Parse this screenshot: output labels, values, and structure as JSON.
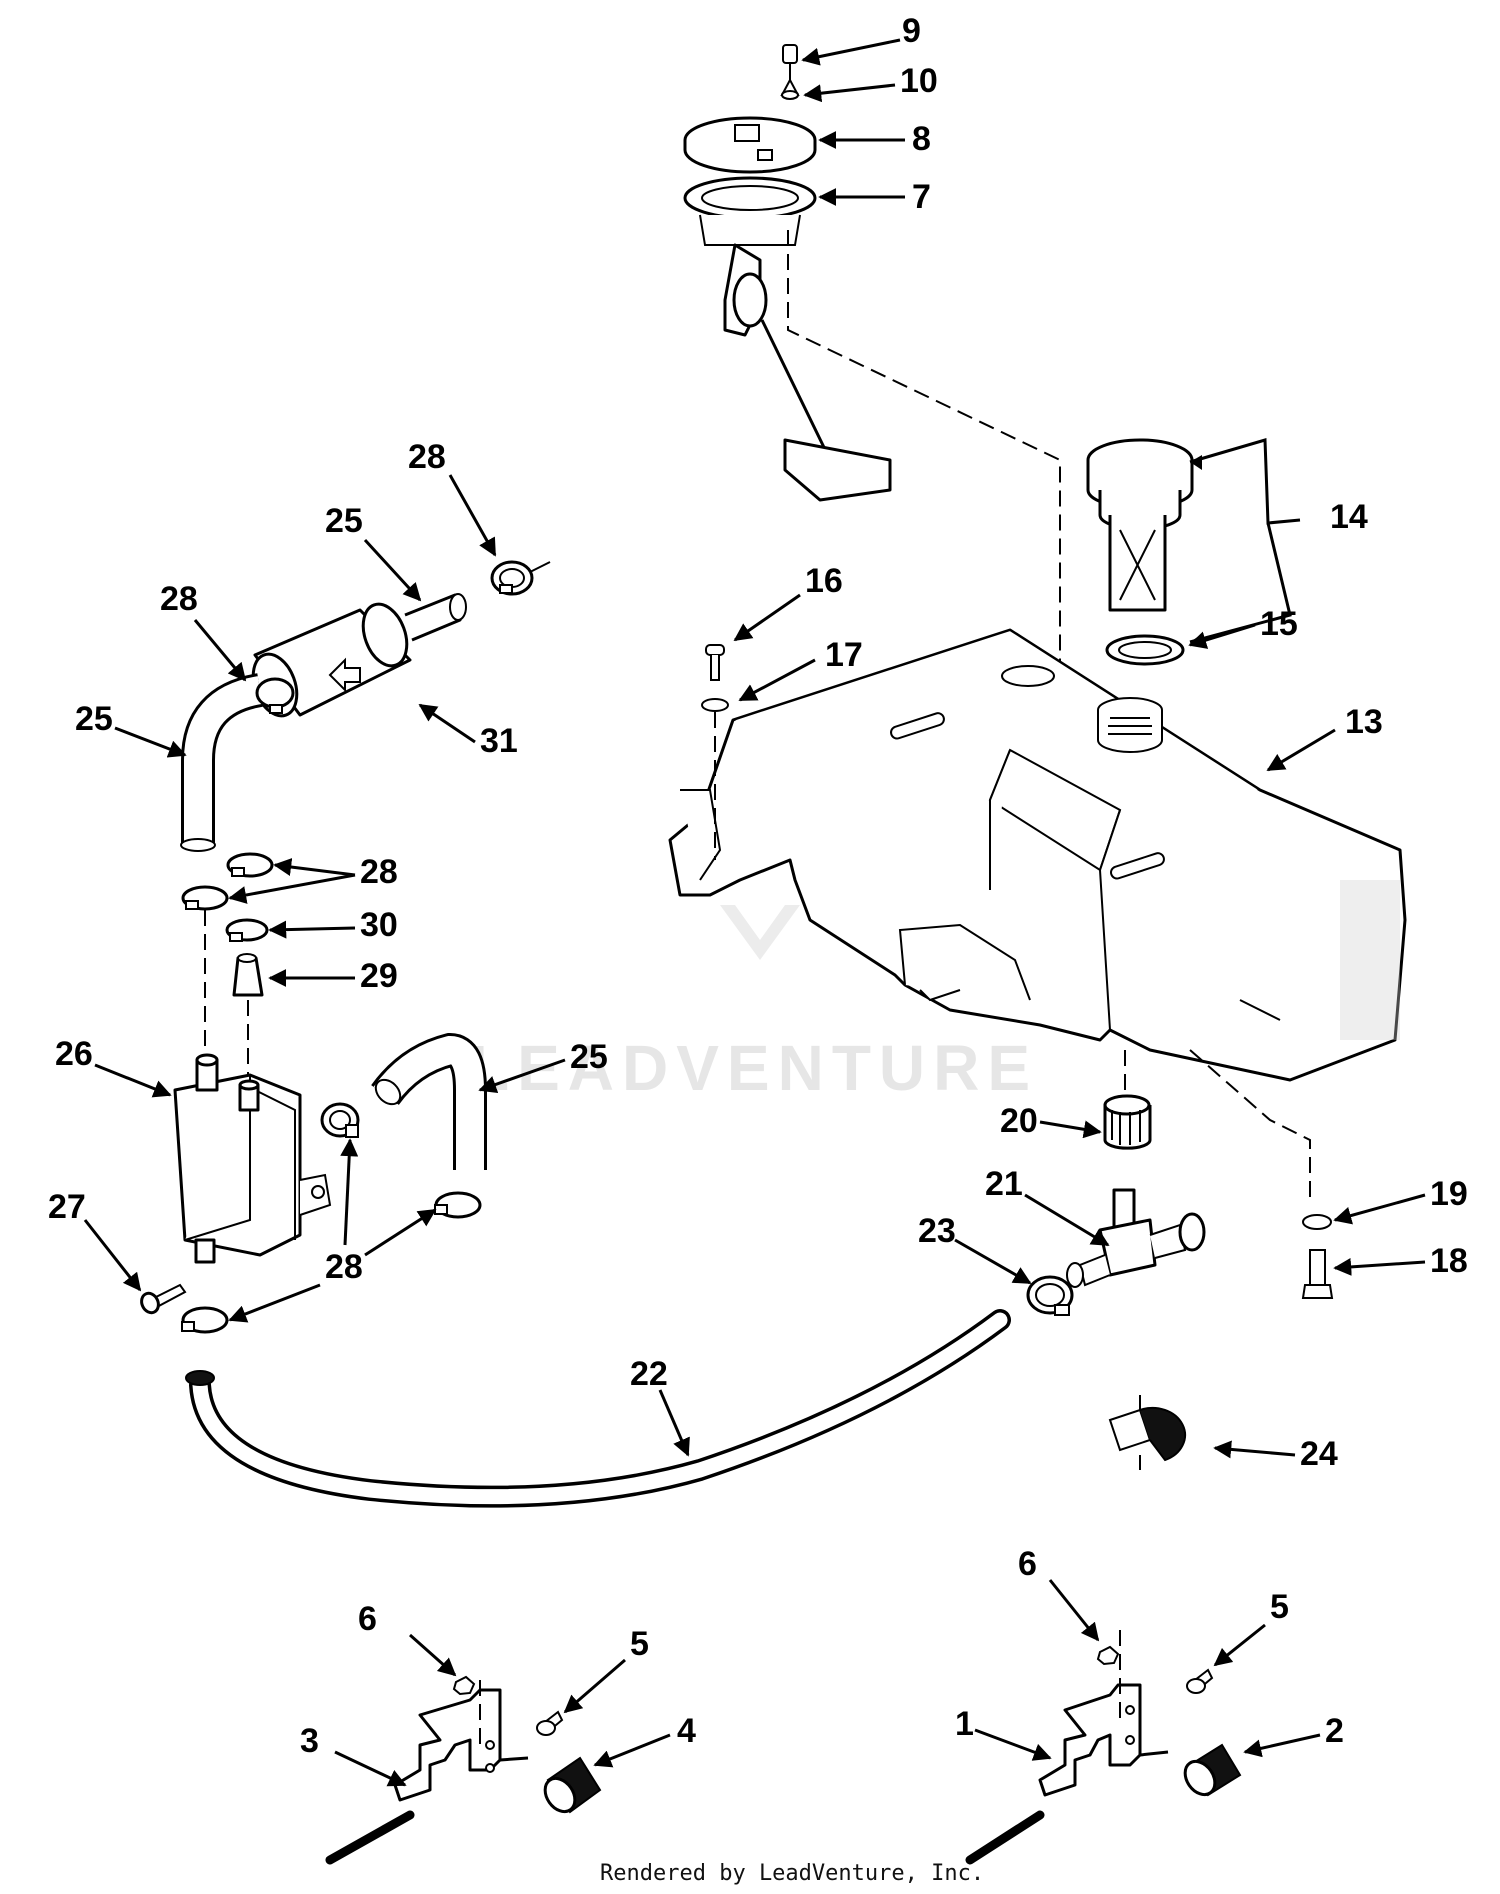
{
  "diagram": {
    "callouts": [
      "9",
      "10",
      "8",
      "7",
      "14",
      "15",
      "16",
      "17",
      "13",
      "28",
      "25",
      "28",
      "25",
      "31",
      "28",
      "30",
      "29",
      "26",
      "25",
      "27",
      "28",
      "20",
      "21",
      "23",
      "19",
      "18",
      "22",
      "24",
      "6",
      "5",
      "3",
      "4",
      "6",
      "5",
      "1",
      "2"
    ],
    "watermark": "LEADVENTURE",
    "footer": "Rendered by LeadVenture, Inc."
  }
}
